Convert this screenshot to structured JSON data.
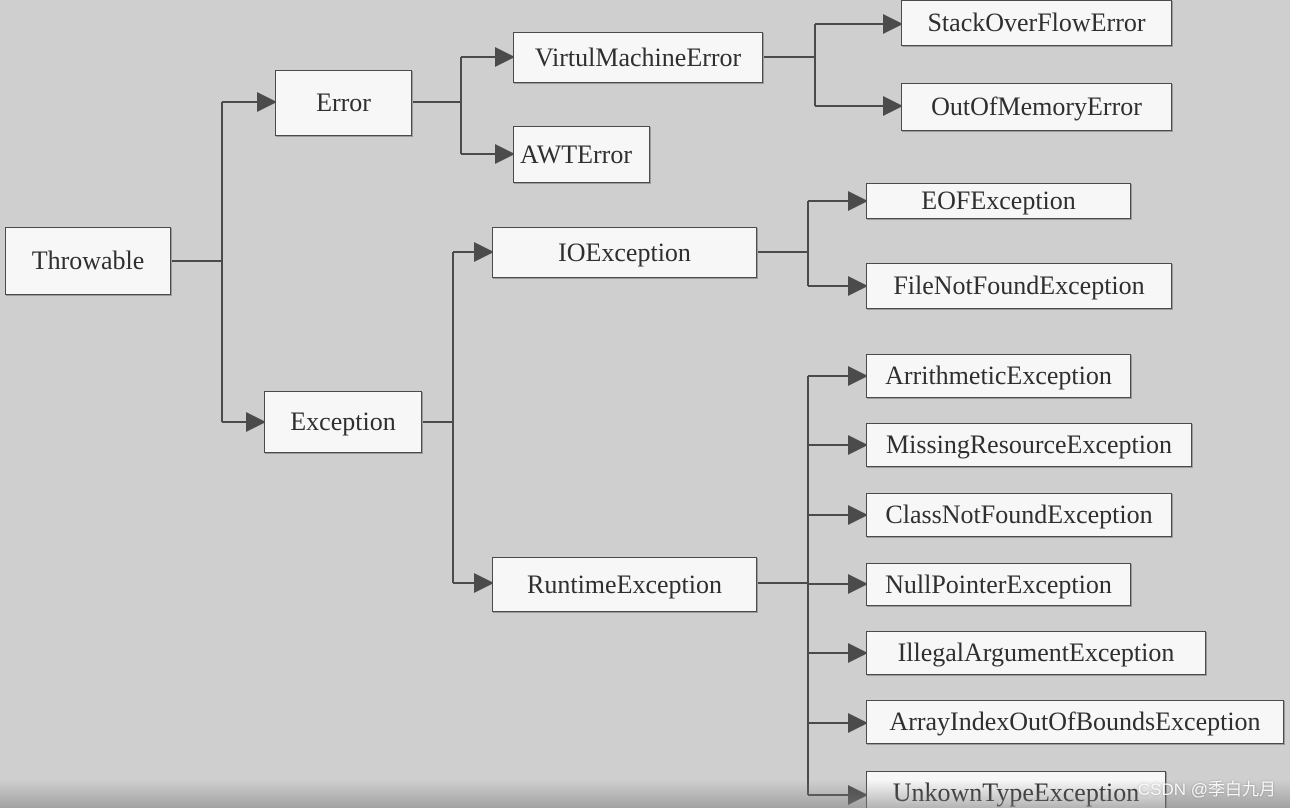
{
  "diagram": {
    "nodes": {
      "throwable": "Throwable",
      "error": "Error",
      "exception": "Exception",
      "virtual_machine_error": "VirtulMachineError",
      "awt_error": "AWTError",
      "stack_overflow_error": "StackOverFlowError",
      "out_of_memory_error": "OutOfMemoryError",
      "io_exception": "IOException",
      "eof_exception": "EOFException",
      "file_not_found_exception": "FileNotFoundException",
      "runtime_exception": "RuntimeException",
      "arithmetic_exception": "ArrithmeticException",
      "missing_resource_exception": "MissingResourceException",
      "class_not_found_exception": "ClassNotFoundException",
      "null_pointer_exception": "NullPointerException",
      "illegal_argument_exception": "IllegalArgumentException",
      "array_index_out_of_bounds_exception": "ArrayIndexOutOfBoundsException",
      "unkown_type_exception": "UnkownTypeException"
    }
  },
  "watermark": {
    "text": "CSDN @季白九月"
  }
}
